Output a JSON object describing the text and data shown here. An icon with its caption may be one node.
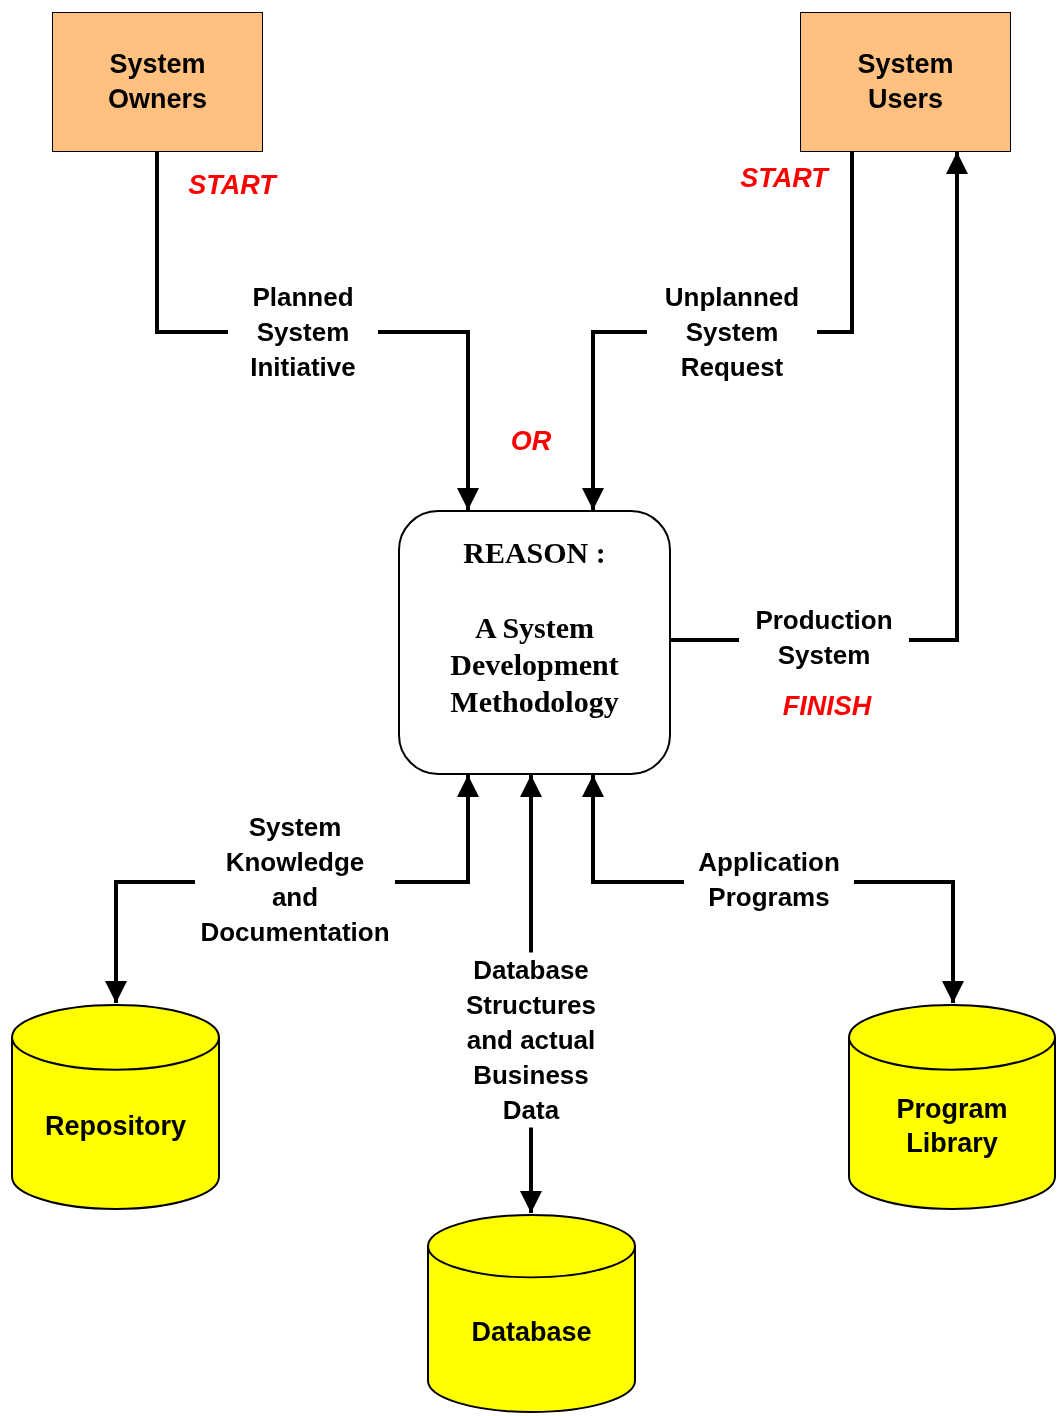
{
  "diagram": {
    "nodes": [
      {
        "text": [
          "System Owners"
        ]
      },
      {
        "text": [
          "System Users"
        ]
      },
      {
        "text": [
          "REASON :",
          "A System Development Methodology"
        ]
      },
      {
        "text": [
          "Repository"
        ]
      },
      {
        "text": [
          "Database"
        ]
      },
      {
        "text": [
          "Program Library"
        ]
      }
    ],
    "edges": [
      {
        "from": 0,
        "to": 2,
        "arrow": "to",
        "label": "Planned System Initiative"
      },
      {
        "from": 1,
        "to": 2,
        "arrow": "to",
        "label": "Unplanned System Request"
      },
      {
        "from": 2,
        "to": 1,
        "arrow": "to",
        "label": "Production System"
      },
      {
        "from": 2,
        "to": 3,
        "arrow": "both",
        "label": "System Knowledge and Documentation"
      },
      {
        "from": 2,
        "to": 4,
        "arrow": "both",
        "label": "Database Structures and actual Business Data"
      },
      {
        "from": 2,
        "to": 5,
        "arrow": "both",
        "label": "Application Programs"
      }
    ],
    "labels": [
      "START",
      "START",
      "OR",
      "FINISH"
    ]
  }
}
